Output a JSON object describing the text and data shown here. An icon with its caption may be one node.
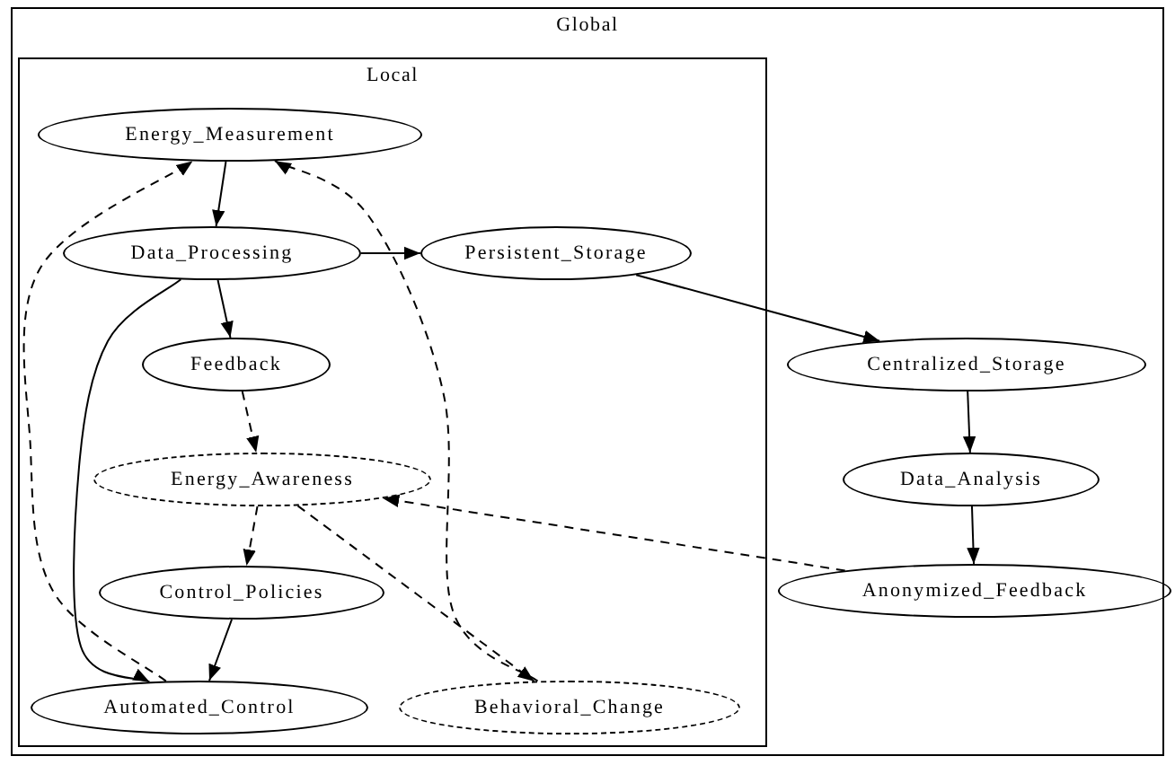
{
  "diagram": {
    "nodes": [
      {
        "text": [
          "Global"
        ]
      },
      {
        "text": [
          "Local"
        ],
        "in": 0
      },
      {
        "text": [
          "Energy_Measurement"
        ],
        "in": 1
      },
      {
        "text": [
          "Data_Processing"
        ],
        "in": 1
      },
      {
        "text": [
          "Persistent_Storage"
        ],
        "in": 1
      },
      {
        "text": [
          "Feedback"
        ],
        "in": 1
      },
      {
        "text": [
          "Energy_Awareness"
        ],
        "in": 1
      },
      {
        "text": [
          "Control_Policies"
        ],
        "in": 1
      },
      {
        "text": [
          "Automated_Control"
        ],
        "in": 1
      },
      {
        "text": [
          "Behavioral_Change"
        ],
        "in": 1
      },
      {
        "text": [
          "Centralized_Storage"
        ],
        "in": 0
      },
      {
        "text": [
          "Data_Analysis"
        ],
        "in": 0
      },
      {
        "text": [
          "Anonymized_Feedback"
        ],
        "in": 0
      }
    ],
    "edges": [
      {
        "from": 2,
        "to": 3,
        "arrow": "to"
      },
      {
        "from": 3,
        "to": 4,
        "arrow": "to"
      },
      {
        "from": 3,
        "to": 5,
        "arrow": "to"
      },
      {
        "from": 3,
        "to": 8,
        "arrow": "to"
      },
      {
        "from": 5,
        "to": 6,
        "arrow": "to",
        "style": "dashed"
      },
      {
        "from": 6,
        "to": 7,
        "arrow": "to",
        "style": "dashed"
      },
      {
        "from": 6,
        "to": 9,
        "arrow": "to",
        "style": "dashed"
      },
      {
        "from": 7,
        "to": 8,
        "arrow": "to"
      },
      {
        "from": 8,
        "to": 2,
        "arrow": "to",
        "style": "dashed"
      },
      {
        "from": 9,
        "to": 2,
        "arrow": "to",
        "style": "dashed"
      },
      {
        "from": 4,
        "to": 10,
        "arrow": "to"
      },
      {
        "from": 10,
        "to": 11,
        "arrow": "to"
      },
      {
        "from": 11,
        "to": 12,
        "arrow": "to"
      },
      {
        "from": 12,
        "to": 6,
        "arrow": "to",
        "style": "dashed"
      }
    ]
  }
}
